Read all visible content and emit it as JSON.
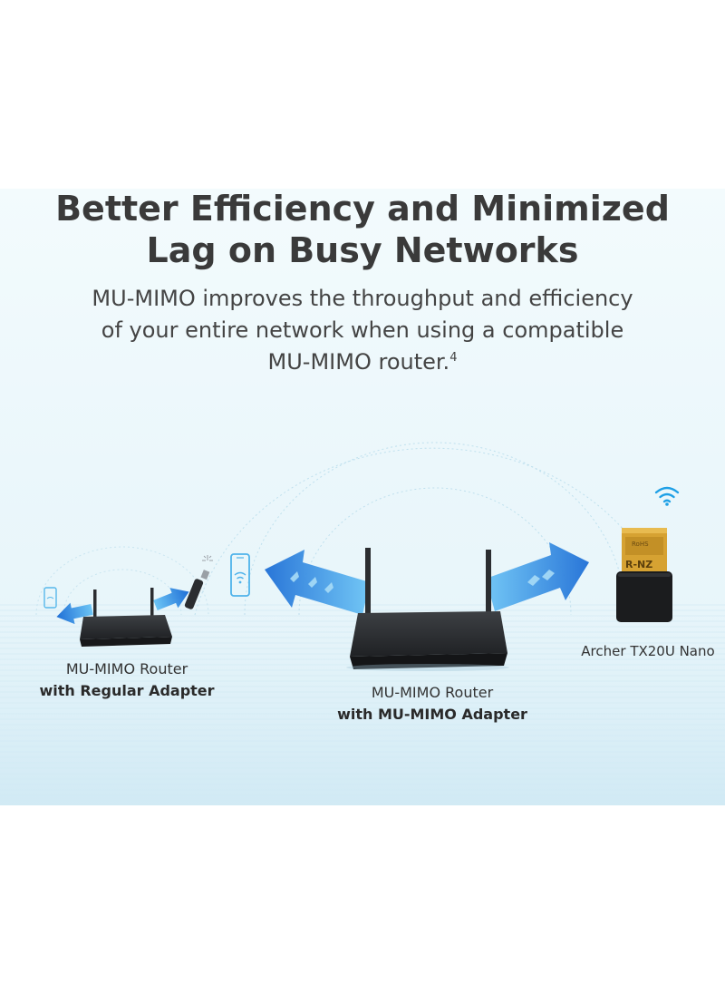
{
  "headline": {
    "line1": "Better Efficiency and Minimized",
    "line2": "Lag on Busy Networks"
  },
  "body": {
    "line1": "MU-MIMO improves the throughput and efficiency",
    "line2": "of your entire network when using a compatible",
    "line3": "MU-MIMO router.",
    "footnote": "4"
  },
  "labels": {
    "left": {
      "line1": "MU-MIMO Router",
      "line2": "with Regular Adapter"
    },
    "center": {
      "line1": "MU-MIMO Router",
      "line2": "with MU-MIMO Adapter"
    },
    "right": "Archer TX20U Nano"
  },
  "adapter_print": {
    "line1": "RoHS",
    "line2": "R-NZ"
  },
  "icons": [
    "router-icon",
    "phone-icon",
    "wifi-icon",
    "usb-adapter-icon",
    "signal-arrow-icon",
    "nano-adapter-icon"
  ],
  "colors": {
    "background_panel": "#ebf7fb",
    "headline": "#3a3a3a",
    "arrow_blue": "#2f8fe6",
    "wifi_blue": "#1ea0e6",
    "router_body": "#2b2d30"
  }
}
